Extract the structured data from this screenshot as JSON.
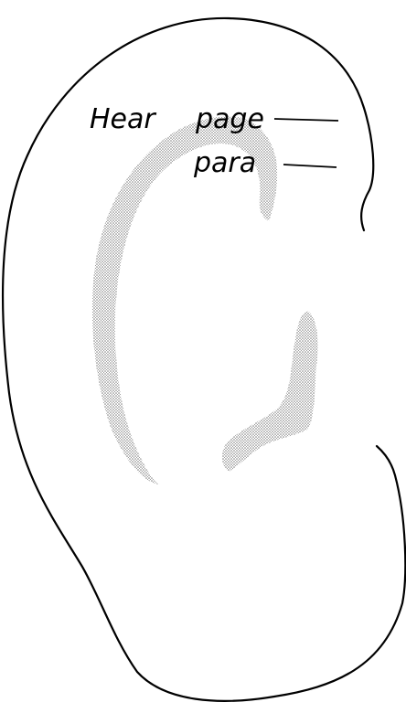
{
  "labels": {
    "hear": "Hear",
    "page": "page",
    "para": "para"
  },
  "colors": {
    "outline": "#000000",
    "stipple": "#9a9a9a",
    "background": "#ffffff"
  }
}
